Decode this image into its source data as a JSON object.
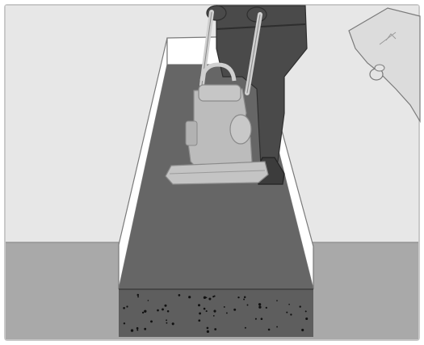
{
  "illustration": {
    "colors": {
      "frame": "#ffffff",
      "frame_border": "#c9c9c9",
      "wall": "#e7e7e7",
      "floor": "#a9a9a9",
      "trench_wall": "#ffffff",
      "fill_surface": "#666666",
      "fill_cross_section": "#5e5e5e",
      "aggregate_speck": "#111111",
      "machine": "#bcbcbc",
      "machine_outline": "#f2f2f2",
      "trousers": "#4a4a4a",
      "boots": "#3c3c3c",
      "shirt": "#dedede",
      "bag": "#dcdcdc"
    },
    "icons": [
      "plate-compactor",
      "worker",
      "sand-bag"
    ]
  }
}
